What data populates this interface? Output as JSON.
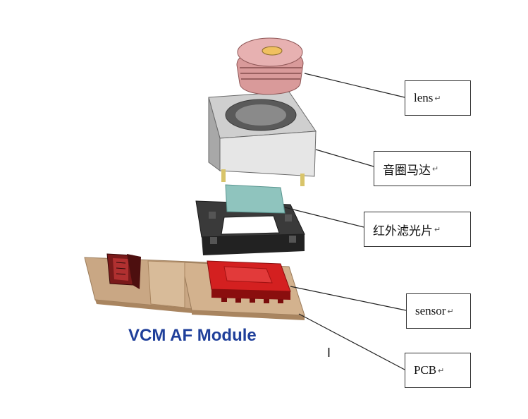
{
  "title": "VCM AF Module",
  "labels": {
    "lens": "lens",
    "vcm": "音圈马达",
    "ir_filter": "红外滤光片",
    "sensor": "sensor",
    "pcb": "PCB"
  },
  "return_mark": "↵",
  "cursor_mark": "I",
  "colors": {
    "title": "#1f3f9a",
    "lens": "#d99a9a",
    "vcm_body": "#d4d4d4",
    "ir_filter": "#8fc4be",
    "holder": "#3a3a3a",
    "sensor": "#d42020",
    "pcb": "#c9a784"
  }
}
